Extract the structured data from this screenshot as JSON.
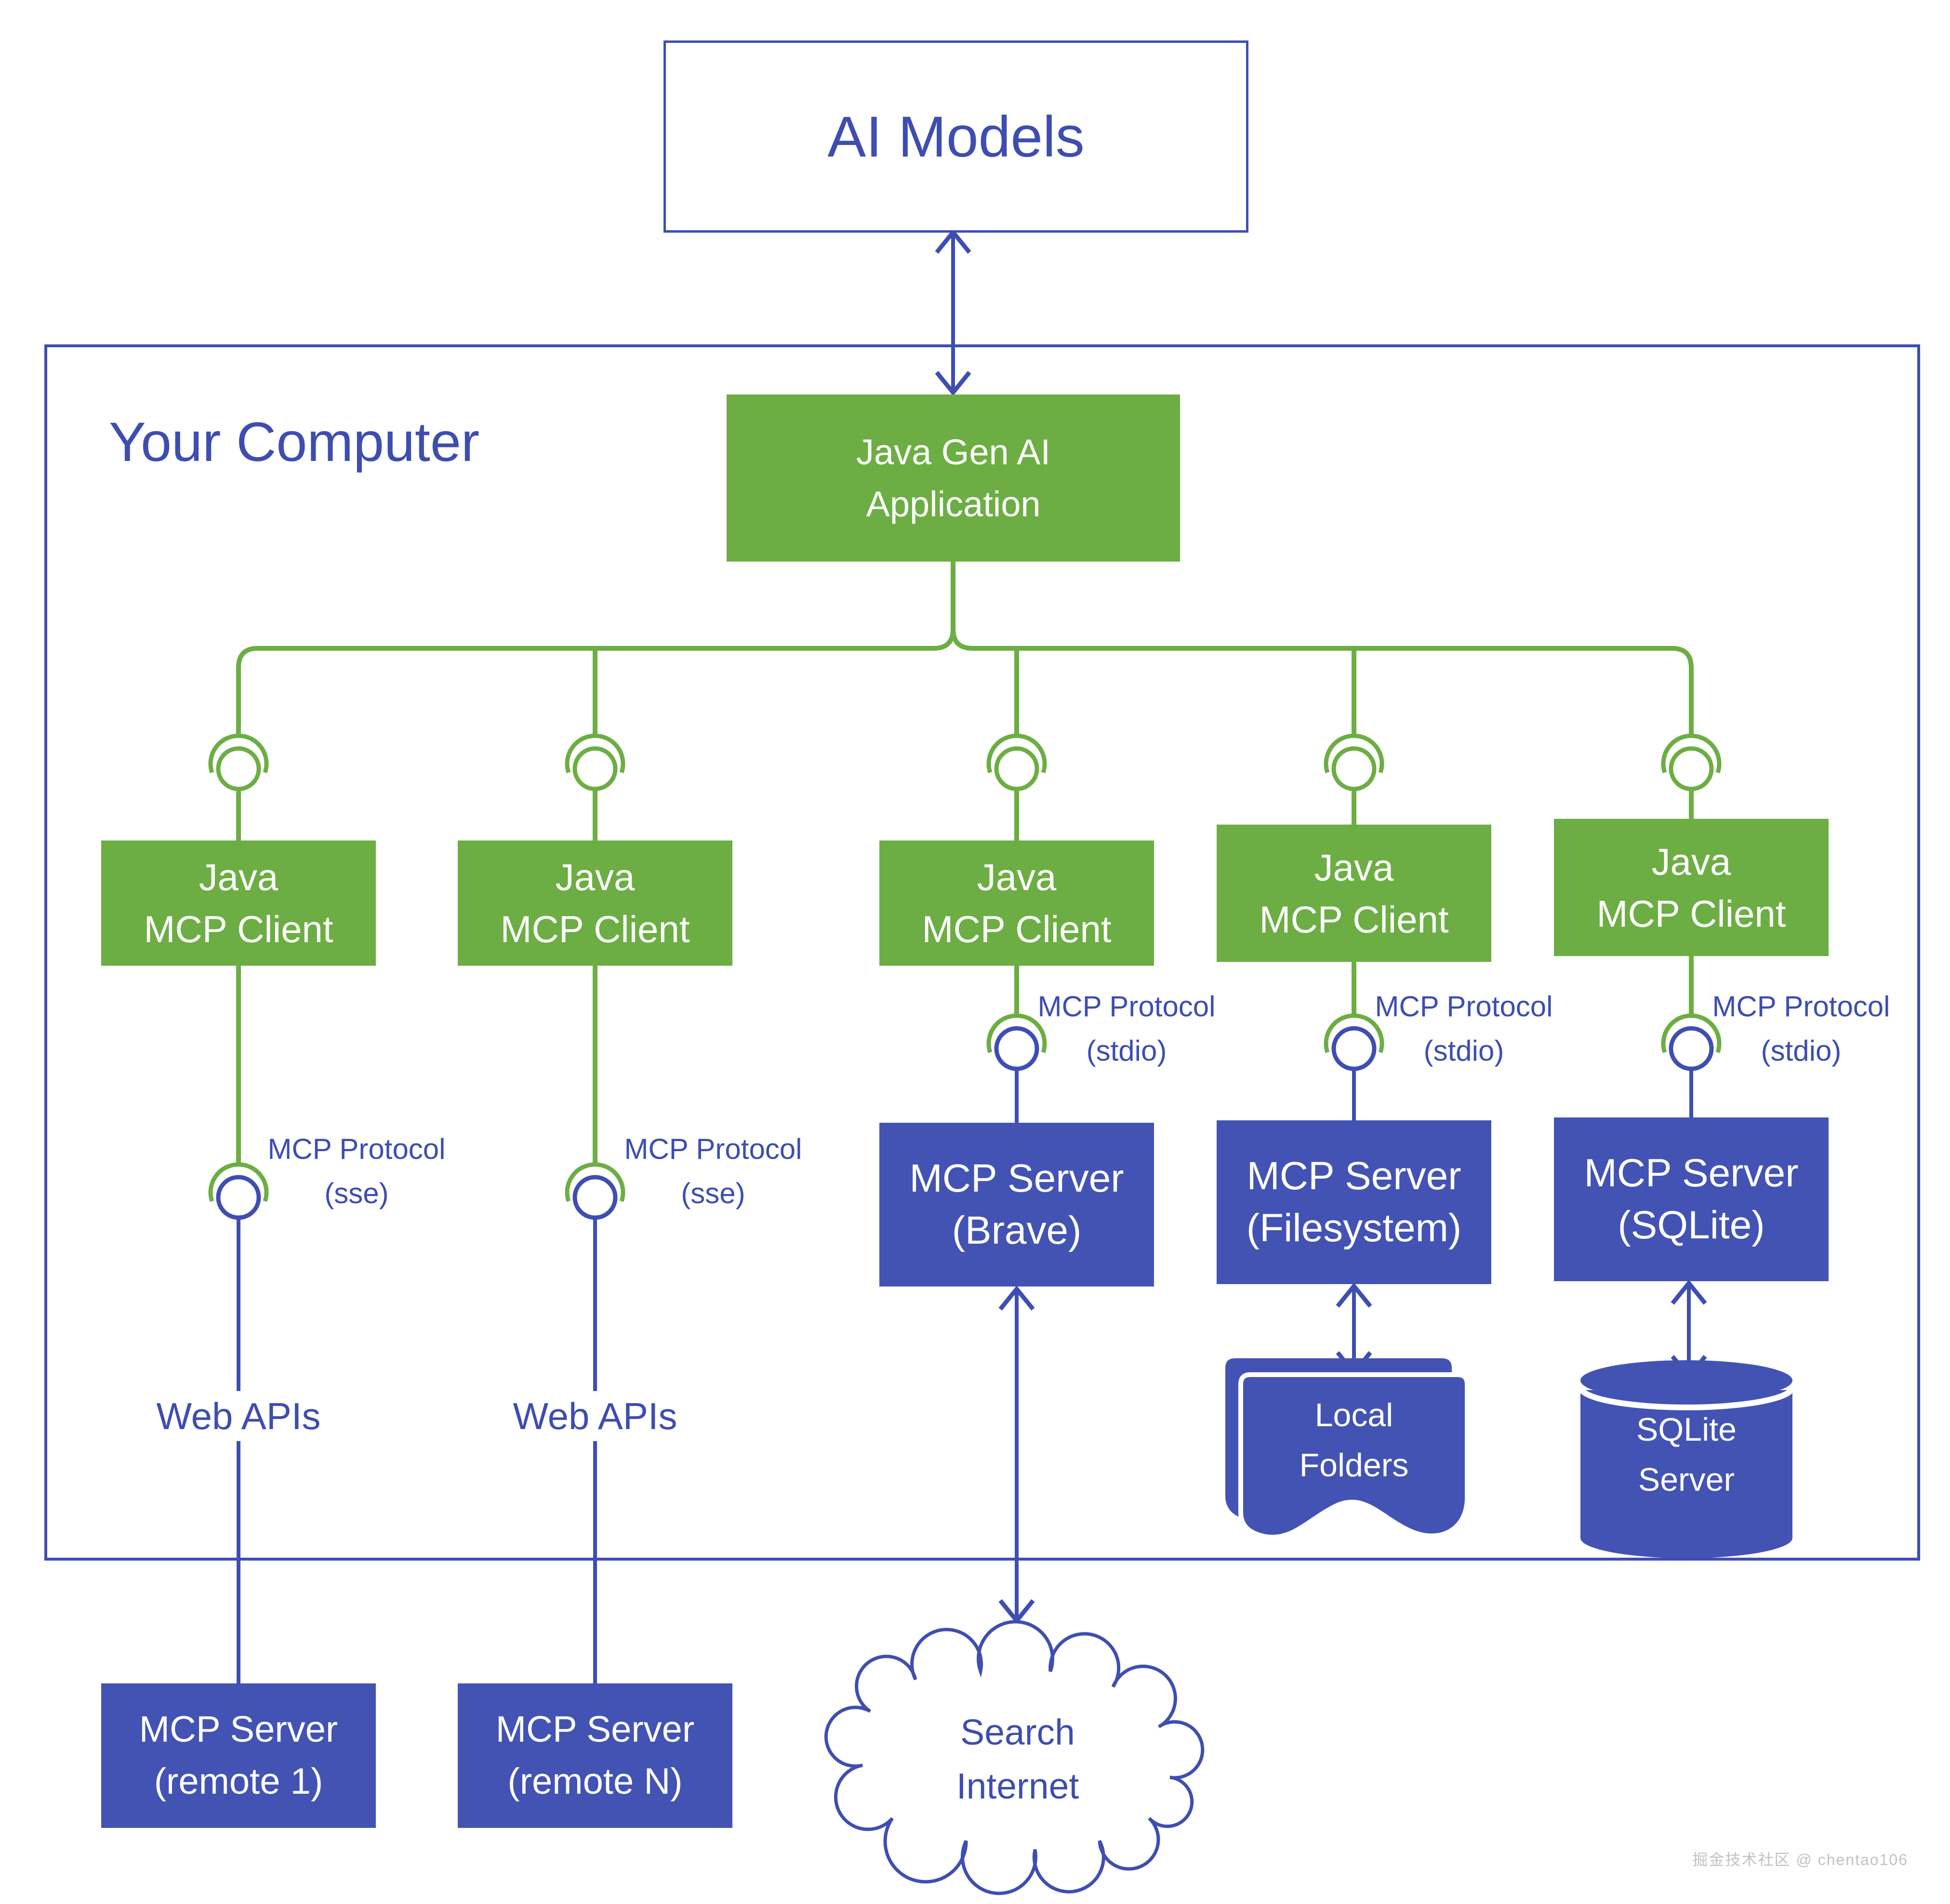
{
  "page": {
    "ai_models": {
      "label": "AI Models"
    },
    "your_computer": {
      "label": "Your Computer"
    },
    "app": {
      "line1": "Java Gen AI",
      "line2": "Application"
    },
    "clients": [
      {
        "line1": "Java",
        "line2": "MCP Client"
      },
      {
        "line1": "Java",
        "line2": "MCP Client"
      },
      {
        "line1": "Java",
        "line2": "MCP Client"
      },
      {
        "line1": "Java",
        "line2": "MCP Client"
      },
      {
        "line1": "Java",
        "line2": "MCP Client"
      }
    ],
    "protocol_labels": [
      {
        "line1": "MCP Protocol",
        "line2": "(sse)"
      },
      {
        "line1": "MCP Protocol",
        "line2": "(sse)"
      },
      {
        "line1": "MCP Protocol",
        "line2": "(stdio)"
      },
      {
        "line1": "MCP Protocol",
        "line2": "(stdio)"
      },
      {
        "line1": "MCP Protocol",
        "line2": "(stdio)"
      }
    ],
    "servers": {
      "brave": {
        "line1": "MCP Server",
        "line2": "(Brave)"
      },
      "filesystem": {
        "line1": "MCP Server",
        "line2": "(Filesystem)"
      },
      "sqlite": {
        "line1": "MCP Server",
        "line2": "(SQLite)"
      },
      "remote1": {
        "line1": "MCP Server",
        "line2": "(remote 1)"
      },
      "remoteN": {
        "line1": "MCP Server",
        "line2": "(remote N)"
      }
    },
    "web_apis": {
      "label1": "Web APIs",
      "label2": "Web APIs"
    },
    "local_folders": {
      "line1": "Local",
      "line2": "Folders"
    },
    "sqlite_server": {
      "line1": "SQLite",
      "line2": "Server"
    },
    "cloud": {
      "line1": "Search",
      "line2": "Internet"
    },
    "watermark": "掘金技术社区 @ chentao106",
    "colors": {
      "green": "#6cae43",
      "blue": "#4353b4",
      "indigo": "#3e4eb1"
    }
  }
}
